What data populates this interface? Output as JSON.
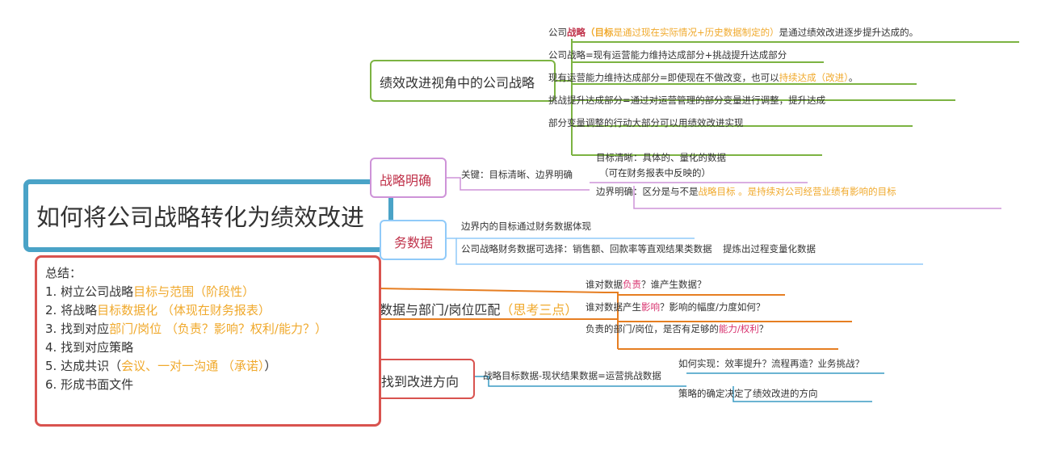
{
  "central": "如何将公司战略转化为绩效改进",
  "branches": {
    "b1": {
      "title": "绩效改进视角中的公司战略",
      "color": "#7cb342"
    },
    "b2": {
      "title": "战略明确",
      "color": "#ce93d8"
    },
    "b3": {
      "title": "务数据",
      "color": "#90caf9"
    },
    "b4": {
      "title": "数据与部门/岗位匹配",
      "title_hint": "（思考三点）",
      "color": "#e67e22"
    },
    "b5": {
      "title": "找到改进方向",
      "color": "#d9534f"
    }
  },
  "b1_items": {
    "i1": {
      "a": "公司",
      "b": "战略",
      "c": "（目标",
      "d": "是通过现在实际情况+历史数据制定的）",
      "e": "是通过绩效改进逐步提升达成的。"
    },
    "i2": "公司战略=现有运营能力维持达成部分+挑战提升达成部分",
    "i3": {
      "a": "现有运营能力维持达成部分=即使现在不做改变，也可以",
      "b": "持续达成（改进）",
      "c": "。"
    },
    "i4": "挑战提升达成部分=通过对运营管理的部分变量进行调整，提升达成",
    "i5": "部分变量调整的行动大部分可以用绩效改进实现"
  },
  "b2_items": {
    "key": "关键：目标清晰、边界明确",
    "goal1": "目标清晰：具体的、量化的数据",
    "goal2": "（可在财务报表中反映的）",
    "bound_a": "边界明确：区分是与不是",
    "bound_b": "战略目标 。是持续对公司经营业绩有影响的目标"
  },
  "b3_items": {
    "i1": "边界内的目标通过财务数据体现",
    "i2": "公司战略财务数据可选择：销售额、回款率等直观结果类数据",
    "i2_tail": "提炼出过程变量化数据"
  },
  "b4_items": {
    "q1": {
      "a": "谁对数据",
      "b": "负责",
      "c": "？谁产生数据？"
    },
    "q2": {
      "a": "谁对数据产生",
      "b": "影响",
      "c": "？影响的幅度/力度如何？"
    },
    "q3": {
      "a": "负责的部门/岗位，是否有足够的",
      "b": "能力/权利",
      "c": "？"
    }
  },
  "b5_items": {
    "formula": "战略目标数据-现状结果数据=运营挑战数据",
    "how": "如何实现：效率提升？流程再造？业务挑战？",
    "direction": "策略的确定决定了绩效改进的方向"
  },
  "summary": {
    "title": "总结：",
    "l1": {
      "a": "1. 树立公司战略",
      "b": "目标与范围（阶段性）"
    },
    "l2": {
      "a": "2. 将战略",
      "b": "目标数据化 （体现在财务报表）"
    },
    "l3": {
      "a": "3. 找到对应",
      "b": "部门/岗位 （负责？影响？权利/能力？）"
    },
    "l4": "4. 找到对应策略",
    "l5": {
      "a": "5. 达成共识（",
      "b": "会议、一对一沟通 （承诺）",
      "c": "）"
    },
    "l6": "6. 形成书面文件"
  },
  "colors": {
    "central_border": "#4aa3c7",
    "summary_border": "#d9534f",
    "accent_yellow": "#f0a92c",
    "accent_red": "#c0334b",
    "line_blue": "#3a9cc4"
  }
}
